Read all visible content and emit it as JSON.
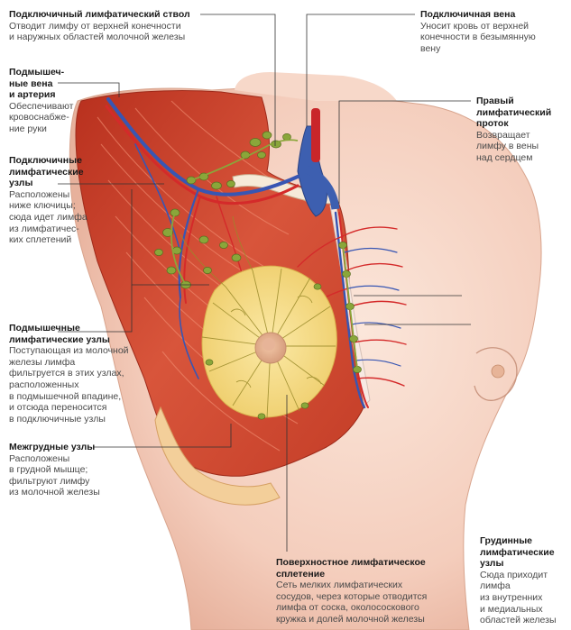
{
  "labels": [
    {
      "title": "Подключичный лимфатический ствол",
      "desc": "Отводит лимфу от верхней конечности\nи наружных областей молочной железы"
    },
    {
      "title": "Подключичная вена",
      "desc": "Уносит кровь от верхней\nконечности в безымянную\nвену"
    },
    {
      "title": "Подмышеч-\nные вена\nи артерия",
      "desc": "Обеспечивают\nкровоснабже-\nние руки"
    },
    {
      "title": "Правый\nлимфатический\nпроток",
      "desc": "Возвращает\nлимфу в вены\nнад сердцем"
    },
    {
      "title": "Подключичные\nлимфатические\nузлы",
      "desc": "Расположены\nниже ключицы;\nсюда идет лимфа\nиз лимфатичес-\nких сплетений"
    },
    {
      "title": "Подмышечные\nлимфатические узлы",
      "desc": "Поступающая из молочной\nжелезы лимфа\nфильтруется в этих узлах,\nрасположенных\nв подмышечной впадине,\nи отсюда переносится\nв подключичные узлы"
    },
    {
      "title": "Межгрудные узлы",
      "desc": "Расположены\nв грудной мышце;\nфильтруют лимфу\nиз молочной железы"
    },
    {
      "title": "Поверхностное лимфатическое\nсплетение",
      "desc": "Сеть мелких лимфатических\nсосудов, через которые отводится\nлимфа от соска, околососкового\nкружка и долей молочной железы"
    },
    {
      "title": "Грудинные\nлимфатические\nузлы",
      "desc": "Сюда приходит\nлимфа\nиз внутренних\nи медиальных\nобластей железы"
    }
  ]
}
